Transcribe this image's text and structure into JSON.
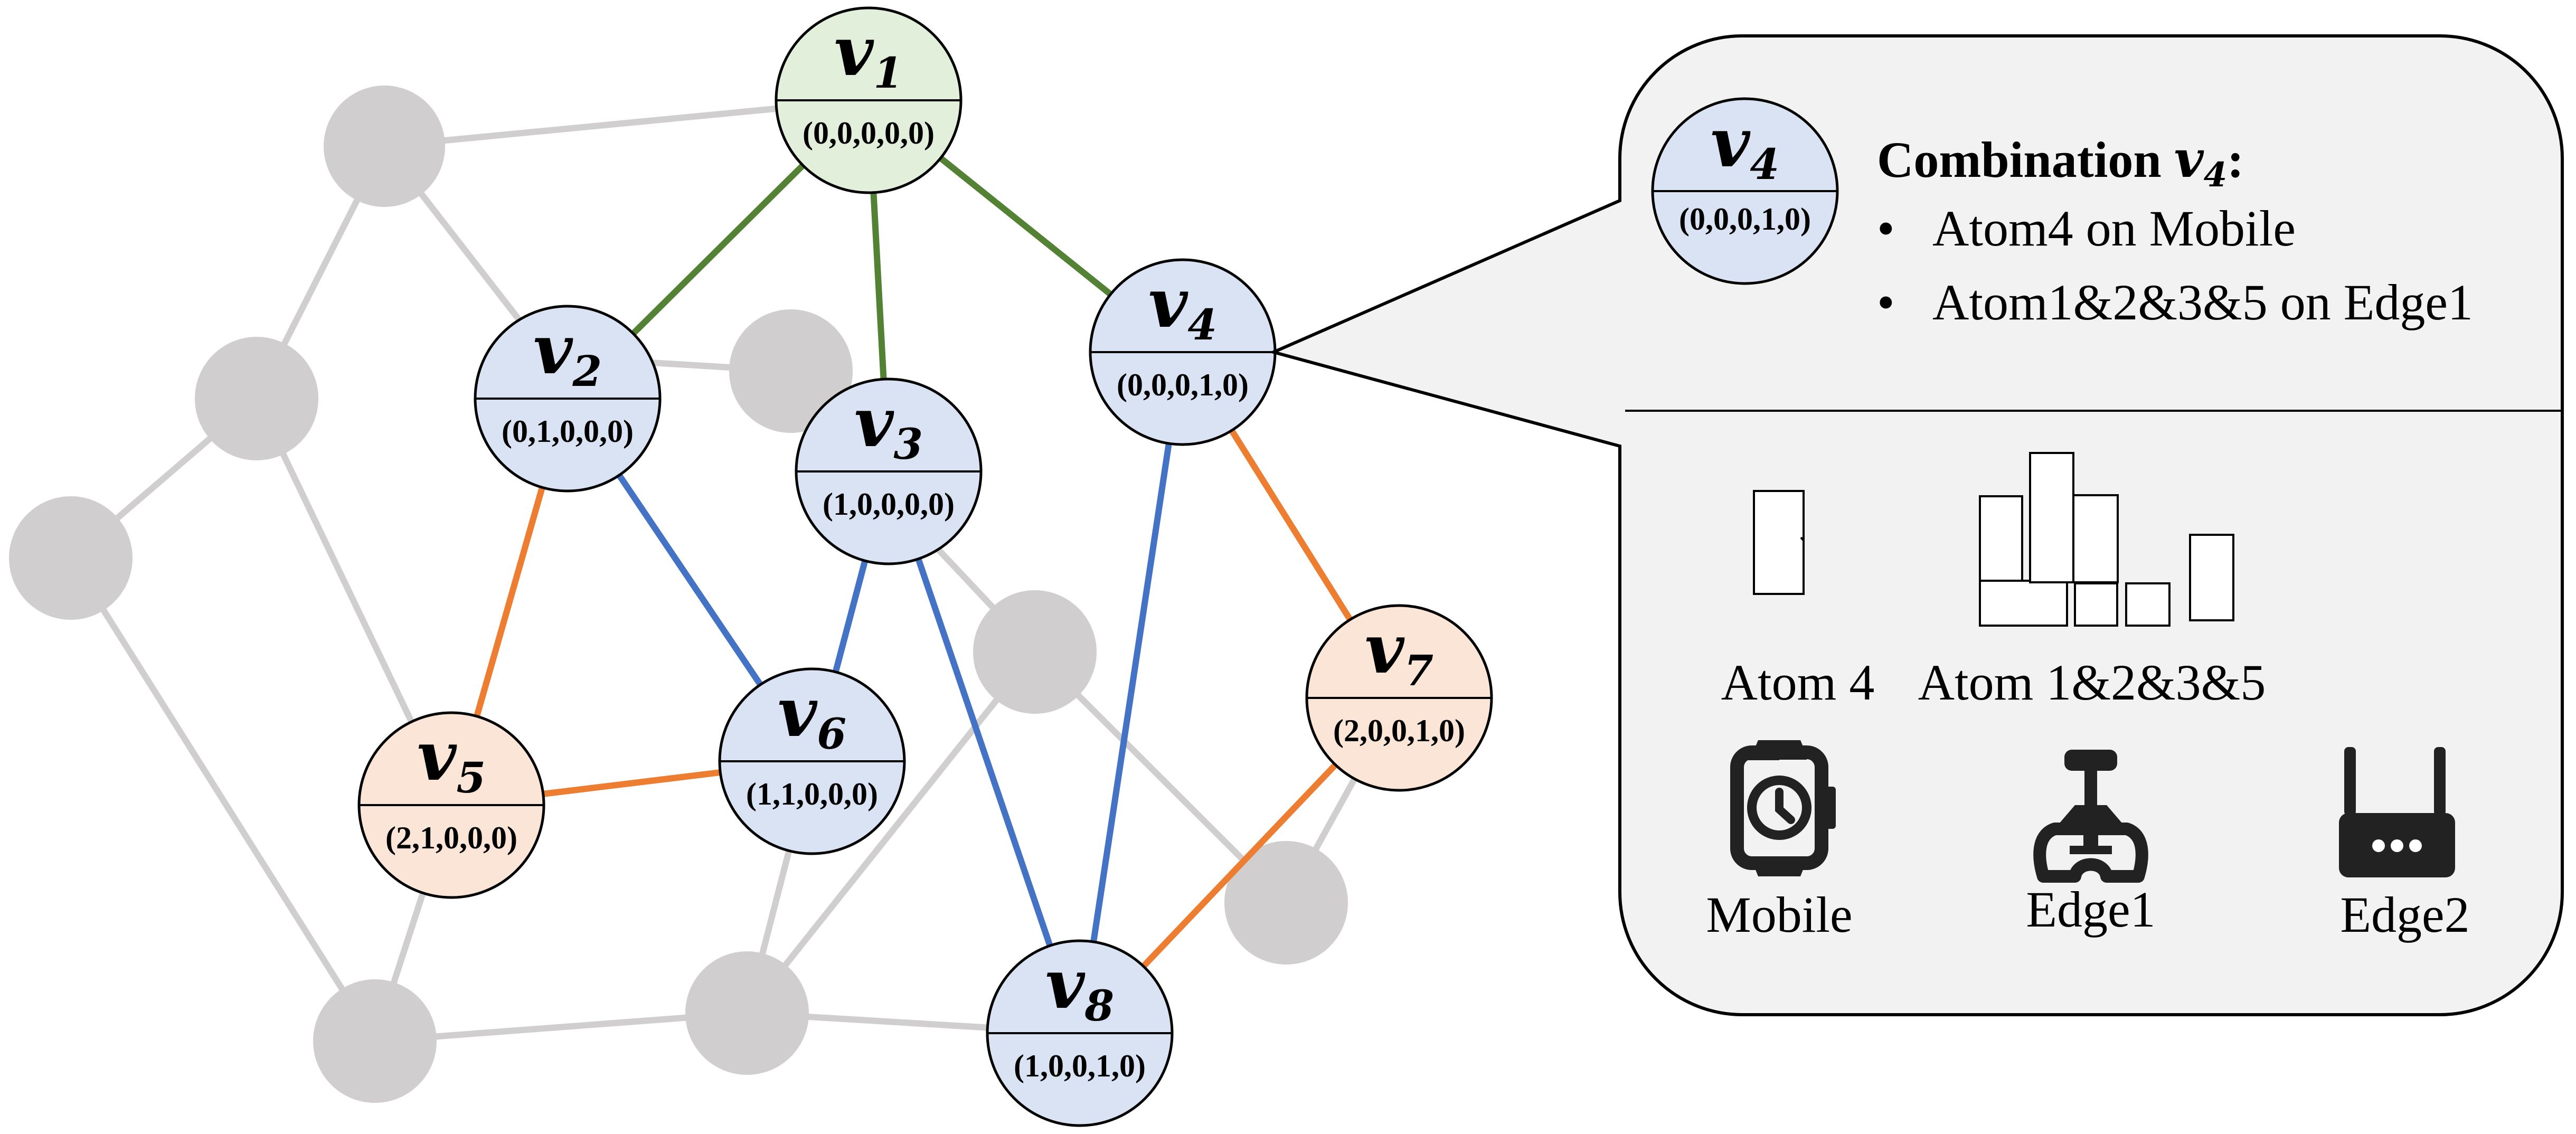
{
  "colors": {
    "green": "#548235",
    "blue": "#4472C4",
    "orange": "#ED7D31",
    "gray": "#D0CECE",
    "node_green": "#E2EFDA",
    "node_blue": "#DAE3F3",
    "node_orange": "#FBE5D6",
    "panel": "#F2F2F2"
  },
  "nodes": [
    {
      "id": "v1",
      "letter": "v",
      "sub": "1",
      "vector": "(0,0,0,0,0)",
      "fill": "node_green"
    },
    {
      "id": "v2",
      "letter": "v",
      "sub": "2",
      "vector": "(0,1,0,0,0)",
      "fill": "node_blue"
    },
    {
      "id": "v3",
      "letter": "v",
      "sub": "3",
      "vector": "(1,0,0,0,0)",
      "fill": "node_blue"
    },
    {
      "id": "v4",
      "letter": "v",
      "sub": "4",
      "vector": "(0,0,0,1,0)",
      "fill": "node_blue"
    },
    {
      "id": "v5",
      "letter": "v",
      "sub": "5",
      "vector": "(2,1,0,0,0)",
      "fill": "node_orange"
    },
    {
      "id": "v6",
      "letter": "v",
      "sub": "6",
      "vector": "(1,1,0,0,0)",
      "fill": "node_blue"
    },
    {
      "id": "v7",
      "letter": "v",
      "sub": "7",
      "vector": "(2,0,0,1,0)",
      "fill": "node_orange"
    },
    {
      "id": "v8",
      "letter": "v",
      "sub": "8",
      "vector": "(1,0,0,1,0)",
      "fill": "node_blue"
    }
  ],
  "edges": [
    {
      "from": "v1",
      "to": "v2",
      "color": "green"
    },
    {
      "from": "v1",
      "to": "v3",
      "color": "green"
    },
    {
      "from": "v1",
      "to": "v4",
      "color": "green"
    },
    {
      "from": "v2",
      "to": "v5",
      "color": "orange"
    },
    {
      "from": "v2",
      "to": "v6",
      "color": "blue"
    },
    {
      "from": "v3",
      "to": "v6",
      "color": "blue"
    },
    {
      "from": "v3",
      "to": "v8",
      "color": "blue"
    },
    {
      "from": "v4",
      "to": "v8",
      "color": "blue"
    },
    {
      "from": "v4",
      "to": "v7",
      "color": "orange"
    },
    {
      "from": "v5",
      "to": "v6",
      "color": "orange"
    },
    {
      "from": "v7",
      "to": "v8",
      "color": "orange"
    }
  ],
  "panel": {
    "node": {
      "letter": "v",
      "sub": "4",
      "vector": "(0,0,0,1,0)"
    },
    "title_text": "Combination ",
    "title_math": "v",
    "title_sub": "4",
    "title_colon": ":",
    "bullets": [
      "Atom4 on Mobile",
      "Atom1&2&3&5 on Edge1"
    ],
    "atom_labels": [
      "Atom 4",
      "Atom 1&2&3&5"
    ],
    "device_labels": [
      "Mobile",
      "Edge1",
      "Edge2"
    ],
    "device_icons": [
      "smartwatch-icon",
      "robot-arm-icon",
      "router-icon"
    ]
  }
}
